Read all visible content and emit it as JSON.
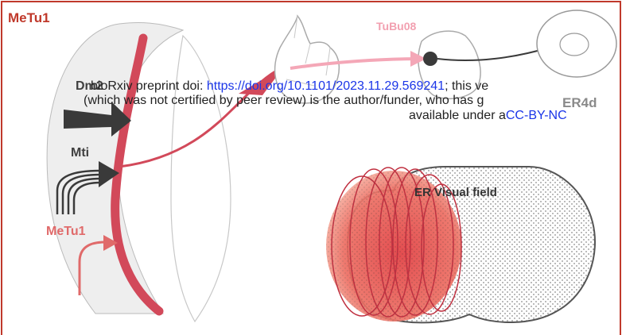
{
  "panel": {
    "title": "MeTu1"
  },
  "inputs": {
    "dm2": "Dm2",
    "mti": "Mti",
    "metu1": "MeTu1"
  },
  "targets": {
    "tubu": "TuBu08",
    "er": "ER4d"
  },
  "visual_field": {
    "title": "ER Visual field"
  },
  "preprint": {
    "line1_prefix": "bioRxiv preprint doi: ",
    "line1_link": "https://doi.org/10.1101/2023.11.29.569241",
    "line1_suffix": "; this ve",
    "line2": "(which was not certified by peer review) is the author/funder, who has g",
    "line3_prefix": "available under a",
    "line3_link": "CC-BY-NC"
  },
  "colors": {
    "frame": "#c0392b",
    "neuron": "#d2495a",
    "input_dark": "#3a3a3a",
    "tubu_arrow": "#f4a7b7",
    "link": "#1a35e8"
  }
}
